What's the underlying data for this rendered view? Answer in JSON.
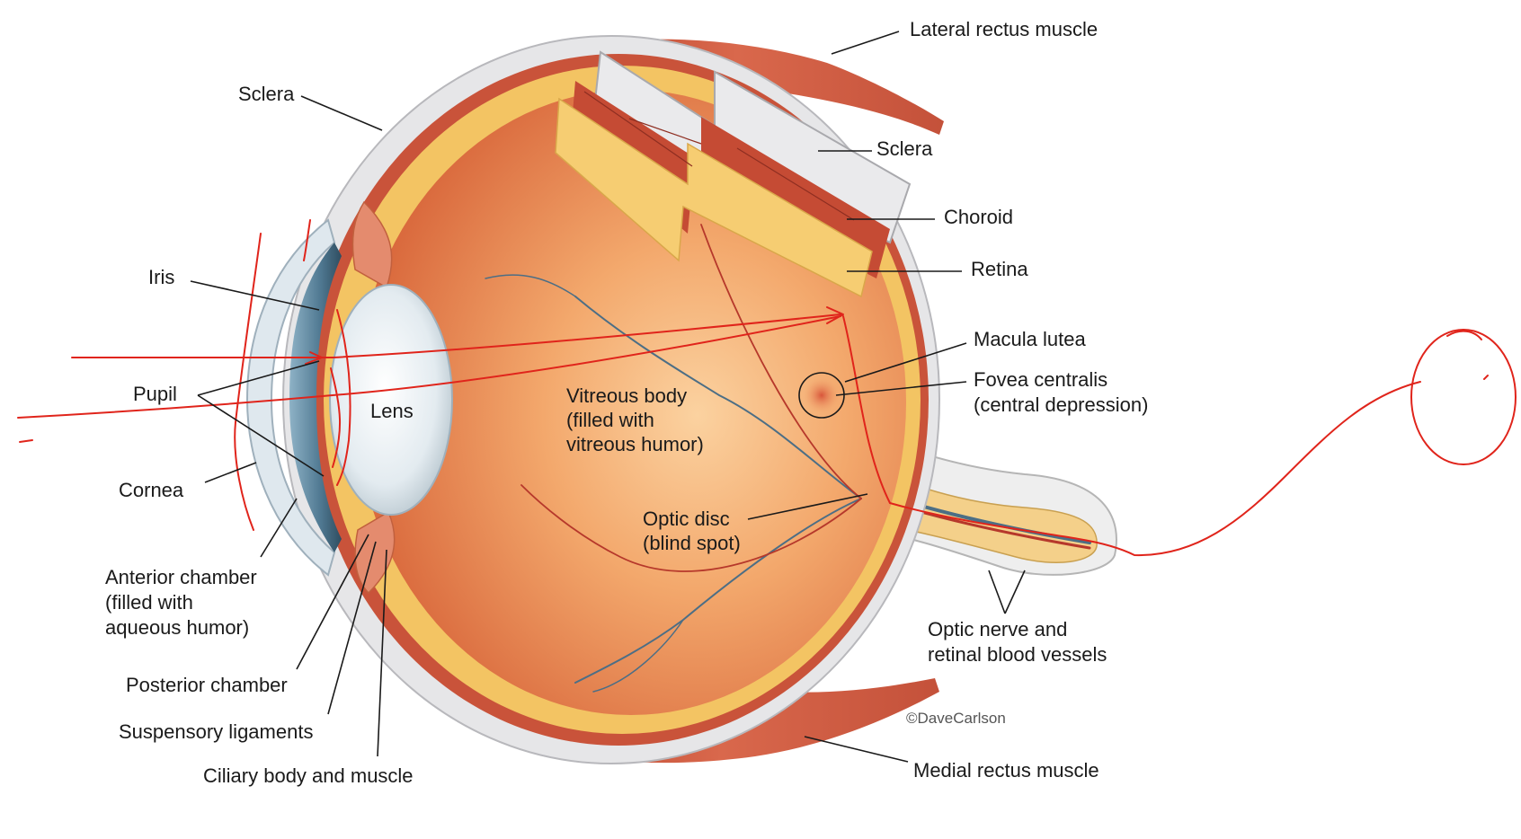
{
  "labels": {
    "lateral_rectus": "Lateral rectus muscle",
    "sclera_left": "Sclera",
    "sclera_right": "Sclera",
    "choroid": "Choroid",
    "retina": "Retina",
    "iris": "Iris",
    "macula": "Macula lutea",
    "fovea_1": "Fovea centralis",
    "fovea_2": "(central depression)",
    "pupil": "Pupil",
    "lens": "Lens",
    "vitreous_1": "Vitreous body",
    "vitreous_2": "(filled with",
    "vitreous_3": "vitreous humor)",
    "cornea": "Cornea",
    "optic_disc_1": "Optic disc",
    "optic_disc_2": "(blind spot)",
    "anterior_1": "Anterior chamber",
    "anterior_2": "(filled with",
    "anterior_3": "aqueous humor)",
    "optic_nerve_1": "Optic nerve and",
    "optic_nerve_2": "retinal blood vessels",
    "posterior": "Posterior chamber",
    "suspensory": "Suspensory ligaments",
    "credit": "©DaveCarlson",
    "ciliary": "Ciliary body and muscle",
    "medial_rectus": "Medial rectus muscle"
  },
  "colors": {
    "annotation_ink": "#e0241b",
    "sclera": "#e6e6e8",
    "choroid": "#c9533a",
    "retina": "#f3c463",
    "vitreous": "#ee9a5c",
    "lens": "#dfe8ee",
    "iris": "#4f7891",
    "muscle": "#c8523a"
  }
}
